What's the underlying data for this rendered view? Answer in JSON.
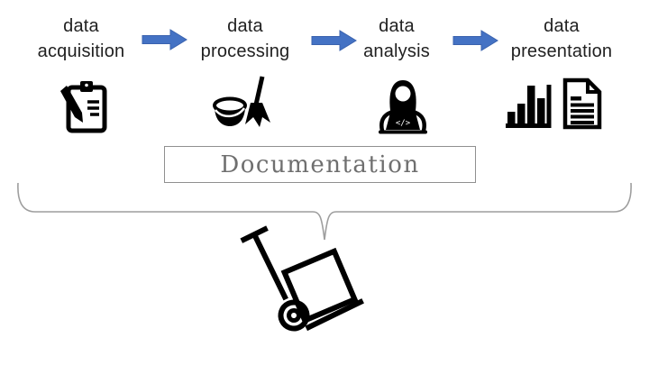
{
  "stages": [
    {
      "line1": "data",
      "line2": "acquisition"
    },
    {
      "line1": "data",
      "line2": "processing"
    },
    {
      "line1": "data",
      "line2": "analysis"
    },
    {
      "line1": "data",
      "line2": "presentation"
    }
  ],
  "documentation": {
    "label": "Documentation"
  },
  "icons": {
    "stage_1": "clipboard-pencil-icon",
    "stage_2": "cleaning-bucket-broom-icon",
    "stage_3": "analyst-laptop-icon",
    "stage_4": [
      "bar-chart-icon",
      "document-icon"
    ],
    "bottom": "hand-truck-icon",
    "laptop_code": "</>"
  },
  "colors": {
    "arrow_fill": "#4472C4",
    "arrow_border": "#3A62AE",
    "stage_text": "#212121",
    "documentation_text": "#6f6f6f",
    "documentation_border": "#909090",
    "brace": "#9e9e9e",
    "icon": "#000000",
    "background": "#ffffff"
  }
}
